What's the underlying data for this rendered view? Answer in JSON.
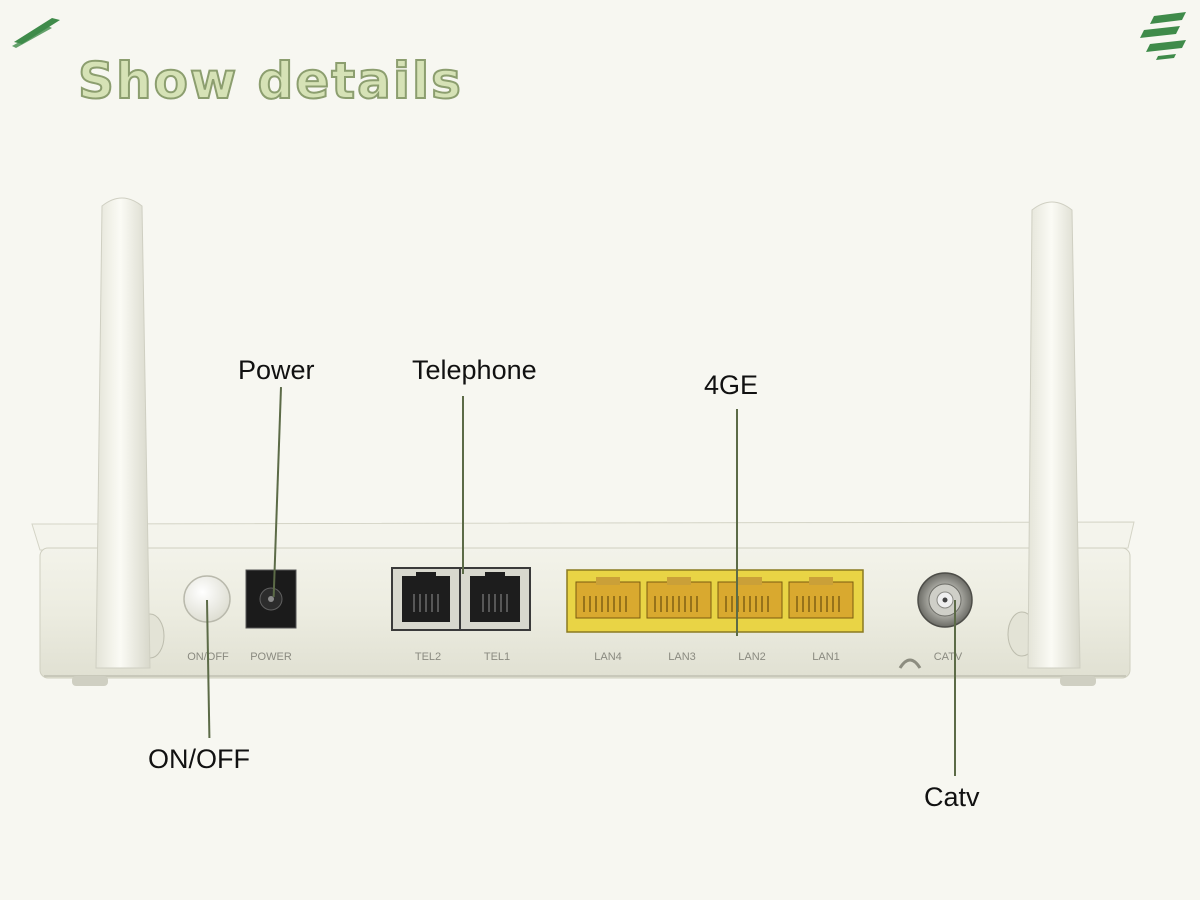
{
  "slide": {
    "title": "Show details",
    "accent_color": "#3f8b4a",
    "title_fill": "#d6e2b6",
    "title_outline": "#8c9e6f"
  },
  "callouts": {
    "power": "Power",
    "telephone": "Telephone",
    "ge": "4GE",
    "onoff": "ON/OFF",
    "catv": "Catv"
  },
  "device": {
    "port_labels": {
      "onoff": "ON/OFF",
      "power": "POWER",
      "tel2": "TEL2",
      "tel1": "TEL1",
      "lan4": "LAN4",
      "lan3": "LAN3",
      "lan2": "LAN2",
      "lan1": "LAN1",
      "catv": "CATV"
    },
    "lan_block_color": "#e9d445",
    "icons": [
      "logo-stripe-icon",
      "logo-bars-icon",
      "antenna-icon",
      "power-button-icon",
      "dc-jack-icon",
      "rj11-port-icon",
      "rj45-port-icon",
      "coax-connector-icon"
    ]
  }
}
